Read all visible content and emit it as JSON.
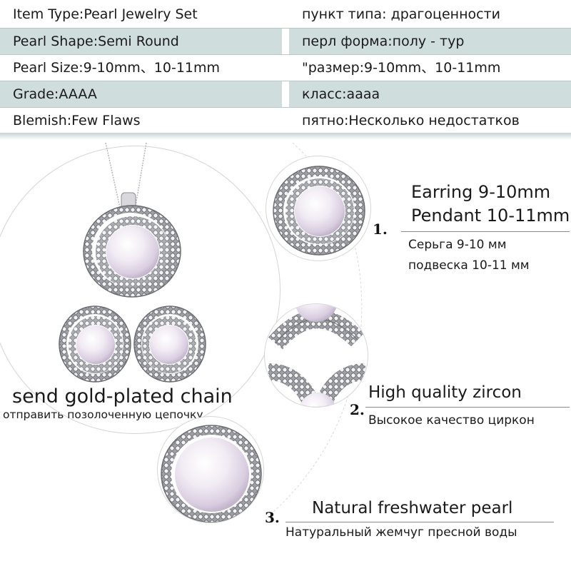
{
  "specs": {
    "en": [
      {
        "text": "Item Type:Pearl Jewelry Set",
        "shaded": false
      },
      {
        "text": "Pearl Shape:Semi Round",
        "shaded": true
      },
      {
        "text": "Pearl Size:9-10mm、10-11mm",
        "shaded": false
      },
      {
        "text": "Grade:AAAA",
        "shaded": true
      },
      {
        "text": "Blemish:Few Flaws",
        "shaded": false
      }
    ],
    "ru": [
      {
        "text": "пункт типа: драгоценности",
        "shaded": false
      },
      {
        "text": "перл форма:полу - тур",
        "shaded": true
      },
      {
        "text": "\"размер:9-10mm、10-11mm",
        "shaded": false
      },
      {
        "text": "класс:aaaa",
        "shaded": true
      },
      {
        "text": "пятно:Несколько недостатков",
        "shaded": false
      }
    ]
  },
  "main": {
    "chain_caption_en": "send gold-plated chain",
    "chain_caption_ru": "отправить позолоченную цепочку"
  },
  "features": [
    {
      "number": "1.",
      "title_line1": "Earring 9-10mm",
      "title_line2": "Pendant 10-11mm",
      "sub_line1": "Серьга 9-10 мм",
      "sub_line2": "подвеска 10-11 мм"
    },
    {
      "number": "2.",
      "title": "High quality zircon",
      "sub": "Высокое качество циркон"
    },
    {
      "number": "3.",
      "title": "Natural freshwater pearl",
      "sub": "Натуральный жемчуг пресной воды"
    }
  ],
  "colors": {
    "band": "#cfdedd",
    "pearl": "#f3edf5",
    "silver": "#c9c9cf"
  }
}
